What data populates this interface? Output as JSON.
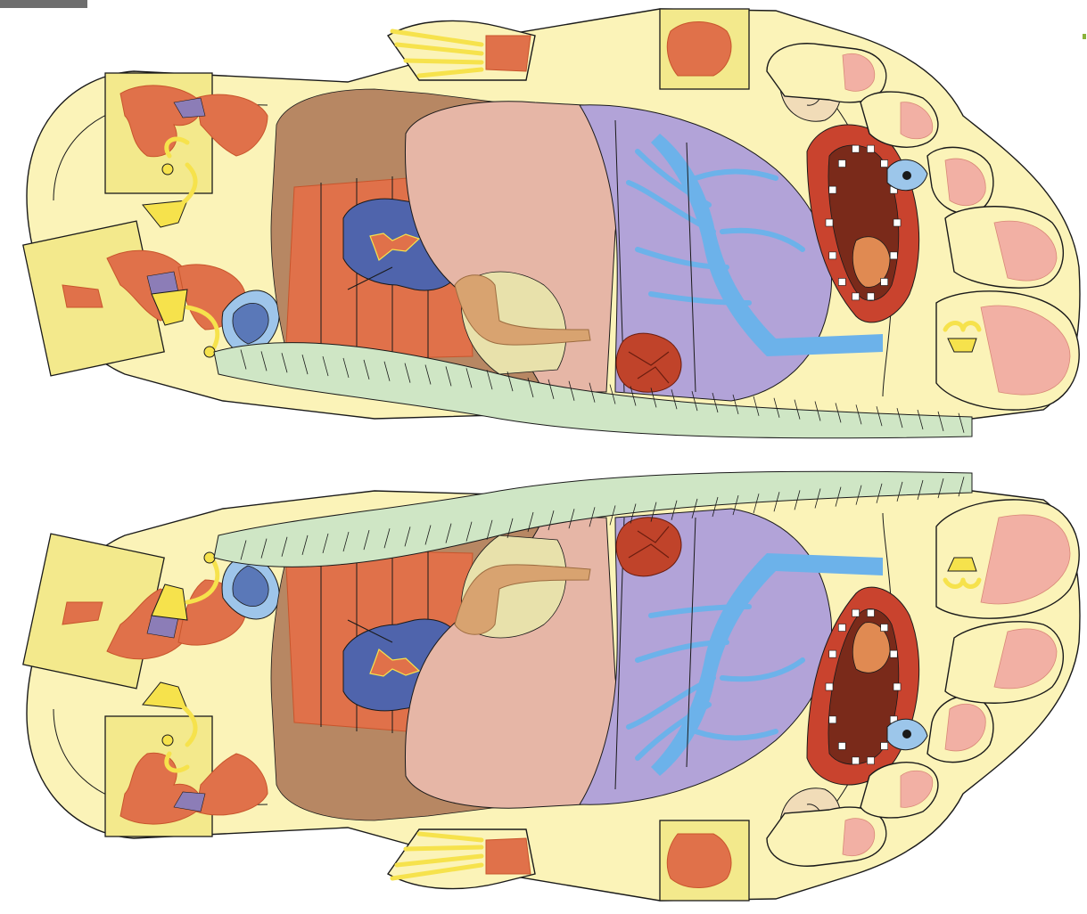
{
  "figure": {
    "kind": "foot reflexology map",
    "feet": [
      "upper-foot",
      "lower-foot"
    ],
    "palette": {
      "skin": "#fbf3b8",
      "outline": "#1a1a1a",
      "box": "#f3e98c",
      "muscle": "#e0714a",
      "muscle_dark": "#c8552c",
      "intestine": "#b78763",
      "liver": "#e6b6a6",
      "lung": "#b2a3d8",
      "bronchi": "#6cb2ea",
      "kidney": "#4f64ac",
      "spine": "#cfe6c5",
      "heart": "#c0432a",
      "pancreas": "#e8e1ab",
      "stomach": "#d8a370",
      "toe_pad": "#f2b0a4",
      "mouth": "#c9432e",
      "tooth": "#ffffff",
      "ear": "#f1dcb8",
      "eye": "#9cc6ea",
      "pelvic_yellow": "#f6e24c",
      "gray_tab": "#6e6e6e",
      "green_mark": "#8ab23a"
    }
  }
}
